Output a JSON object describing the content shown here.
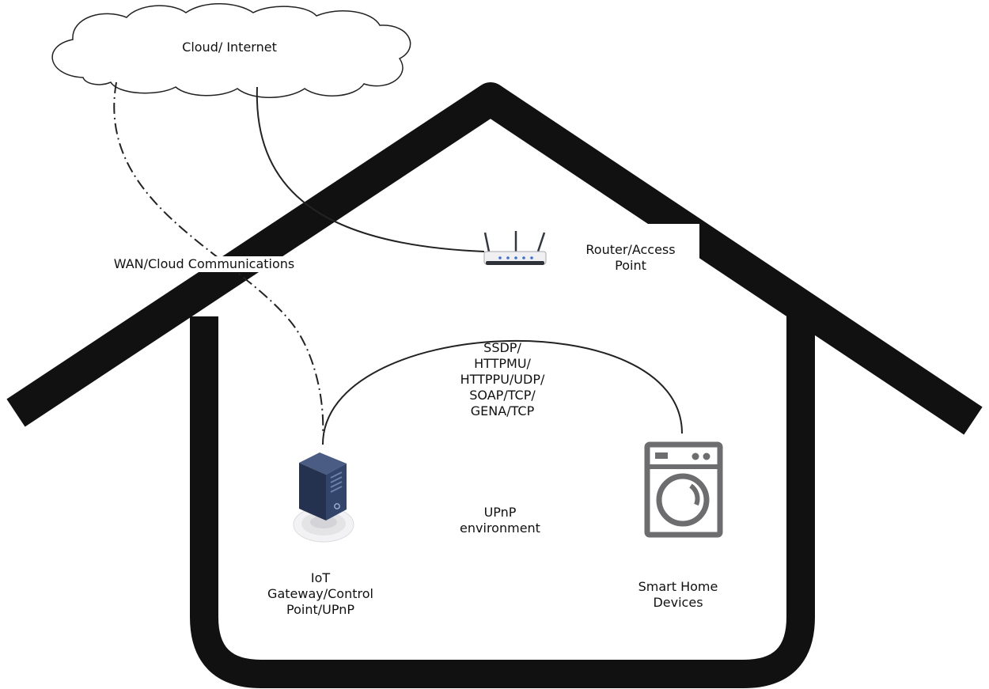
{
  "cloud": {
    "label": "Cloud/ Internet"
  },
  "wan": {
    "label": "WAN/Cloud Communications"
  },
  "router": {
    "label_lines": [
      "Router/Access",
      "Point"
    ]
  },
  "protocols": {
    "lines": [
      "SSDP/",
      "HTTPMU/",
      "HTTPPU/UDP/",
      "SOAP/TCP/",
      "GENA/TCP"
    ]
  },
  "environment": {
    "lines": [
      "UPnP",
      "environment"
    ]
  },
  "gateway": {
    "label_lines": [
      "IoT",
      "Gateway/Control",
      "Point/UPnP"
    ]
  },
  "devices": {
    "label_lines": [
      "Smart Home",
      "Devices"
    ]
  },
  "colors": {
    "house": "#111111",
    "server_body": "#33456b",
    "server_side": "#24324f",
    "washer": "#6d6d6f",
    "router_body": "#f0f0f2",
    "router_lights": "#3c6fd1"
  },
  "icons": {
    "router": "router-icon",
    "server": "server-icon",
    "washer": "washing-machine-icon",
    "cloud": "cloud-icon"
  }
}
